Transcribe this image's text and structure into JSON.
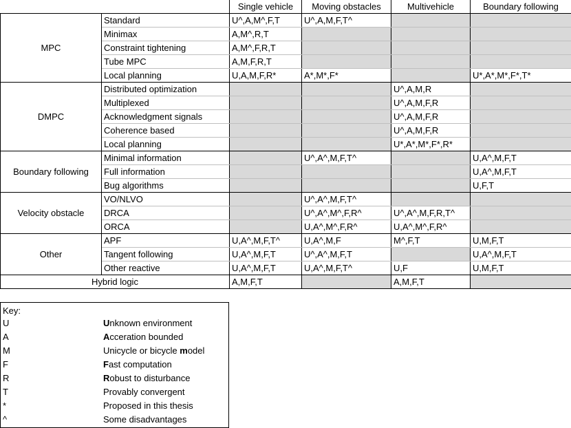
{
  "columns": [
    "Single vehicle",
    "Moving obstacles",
    "Multivehicle",
    "Boundary following"
  ],
  "groups": [
    {
      "name": "MPC",
      "rows": [
        {
          "method": "Standard",
          "cells": [
            "U^,A,M^,F,T",
            "U^,A,M,F,T^",
            "",
            ""
          ]
        },
        {
          "method": "Minimax",
          "cells": [
            "A,M^,R,T",
            "",
            "",
            ""
          ]
        },
        {
          "method": "Constraint tightening",
          "cells": [
            "A,M^,F,R,T",
            "",
            "",
            ""
          ]
        },
        {
          "method": "Tube MPC",
          "cells": [
            "A,M,F,R,T",
            "",
            "",
            ""
          ]
        },
        {
          "method": "Local planning",
          "cells": [
            "U,A,M,F,R*",
            "A*,M*,F*",
            "",
            "U*,A*,M*,F*,T*"
          ]
        }
      ]
    },
    {
      "name": "DMPC",
      "rows": [
        {
          "method": "Distributed optimization",
          "cells": [
            "",
            "",
            "U^,A,M,R",
            ""
          ]
        },
        {
          "method": "Multiplexed",
          "cells": [
            "",
            "",
            "U^,A,M,F,R",
            ""
          ]
        },
        {
          "method": "Acknowledgment signals",
          "cells": [
            "",
            "",
            "U^,A,M,F,R",
            ""
          ]
        },
        {
          "method": "Coherence based",
          "cells": [
            "",
            "",
            "U^,A,M,F,R",
            ""
          ]
        },
        {
          "method": "Local planning",
          "cells": [
            "",
            "",
            "U*,A*,M*,F*,R*",
            ""
          ]
        }
      ]
    },
    {
      "name": "Boundary following",
      "rows": [
        {
          "method": "Minimal information",
          "cells": [
            "",
            "U^,A^,M,F,T^",
            "",
            "U,A^,M,F,T"
          ]
        },
        {
          "method": "Full information",
          "cells": [
            "",
            "",
            "",
            "U,A^,M,F,T"
          ]
        },
        {
          "method": "Bug algorithms",
          "cells": [
            "",
            "",
            "",
            "U,F,T"
          ]
        }
      ]
    },
    {
      "name": "Velocity obstacle",
      "rows": [
        {
          "method": "VO/NLVO",
          "cells": [
            "",
            "U^,A^,M,F,T^",
            "",
            ""
          ]
        },
        {
          "method": "DRCA",
          "cells": [
            "",
            "U^,A^,M^,F,R^",
            "U^,A^,M,F,R,T^",
            ""
          ]
        },
        {
          "method": "ORCA",
          "cells": [
            "",
            "U,A^,M^,F,R^",
            "U,A^,M^,F,R^",
            ""
          ]
        }
      ]
    },
    {
      "name": "Other",
      "rows": [
        {
          "method": "APF",
          "cells": [
            "U,A^,M,F,T^",
            "U,A^,M,F",
            "M^,F,T",
            "U,M,F,T"
          ]
        },
        {
          "method": "Tangent following",
          "cells": [
            "U,A^,M,F,T",
            "U^,A^,M,F,T",
            "",
            "U,A^,M,F,T"
          ]
        },
        {
          "method": "Other reactive",
          "cells": [
            "U,A^,M,F,T",
            "U,A^,M,F,T^",
            "U,F",
            "U,M,F,T"
          ]
        }
      ]
    }
  ],
  "hybrid": {
    "label": "Hybrid logic",
    "cells": [
      "A,M,F,T",
      "",
      "A,M,F,T",
      ""
    ]
  },
  "key": {
    "title": "Key:",
    "entries": [
      {
        "symbol": "U",
        "bold": "U",
        "rest": "nknown environment"
      },
      {
        "symbol": "A",
        "bold": "A",
        "rest": "cceration bounded"
      },
      {
        "symbol": "M",
        "pre": "Unicycle or bicycle ",
        "bold": "m",
        "rest": "odel"
      },
      {
        "symbol": "F",
        "bold": "F",
        "rest": "ast computation"
      },
      {
        "symbol": "R",
        "bold": "R",
        "rest": "obust to disturbance"
      },
      {
        "symbol": "T",
        "bold": "",
        "rest": "Provably convergent"
      },
      {
        "symbol": "*",
        "bold": "",
        "rest": "Proposed in this thesis"
      },
      {
        "symbol": "^",
        "bold": "",
        "rest": "Some disadvantages"
      }
    ]
  },
  "colors": {
    "shade": "#d9d9d9",
    "border": "#000000",
    "inner_border": "#bfbfbf"
  }
}
